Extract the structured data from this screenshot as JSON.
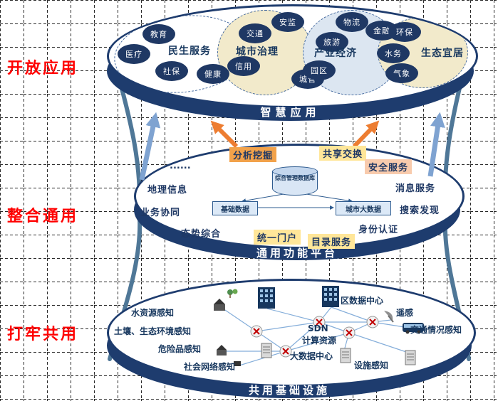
{
  "colors": {
    "navy": "#1F3864",
    "band_navy": "#1E3C6E",
    "red_side_label": "#FF0000",
    "highlight_orange": "#F2A24A",
    "highlight_yellow": "#FFE699",
    "highlight_peach": "#F8CBAD",
    "arrow_blue": "#7FA3D1",
    "arrow_orange": "#ED7D31"
  },
  "side_labels": {
    "top": "开放应用",
    "middle": "整合通用",
    "bottom": "打牢共用"
  },
  "top_layer": {
    "band_label": "智慧应用",
    "groups": [
      {
        "label": "民生服务",
        "items": [
          "教育",
          "医疗",
          "社保",
          "健康"
        ]
      },
      {
        "label": "城市治理",
        "items": [
          "安监",
          "交通",
          "信用",
          "城管"
        ]
      },
      {
        "label": "产业经济",
        "items": [
          "物流",
          "金融",
          "旅游",
          "园区"
        ]
      },
      {
        "label": "生态宜居",
        "items": [
          "环保",
          "水务",
          "气象"
        ]
      }
    ]
  },
  "middle_layer": {
    "band_label": "通用功能平台",
    "ellipsis": "......",
    "services": [
      "分析挖掘",
      "共享交换",
      "安全服务",
      "地理信息",
      "业务协同",
      "消息服务",
      "搜索发现",
      "态势综合",
      "统一门户",
      "目录服务",
      "身份认证"
    ],
    "database": {
      "cylinder": "综合管理数据库",
      "left_box": "基础数据",
      "right_box": "城市大数据"
    }
  },
  "bottom_layer": {
    "band_label": "共用基础设施",
    "labels": [
      "水资源感知",
      "土壤、生态环境感知",
      "危险品感知",
      "社会网络感知",
      "区数据中心",
      "遥感",
      "交通情况感知",
      "SDN",
      "计算资源",
      "大数据中心",
      "设施感知"
    ]
  },
  "icons": [
    "building-icon",
    "router-icon",
    "satellite-dish-icon",
    "bus-icon",
    "server-icon",
    "house-icon",
    "tree-icon",
    "device-icon"
  ]
}
